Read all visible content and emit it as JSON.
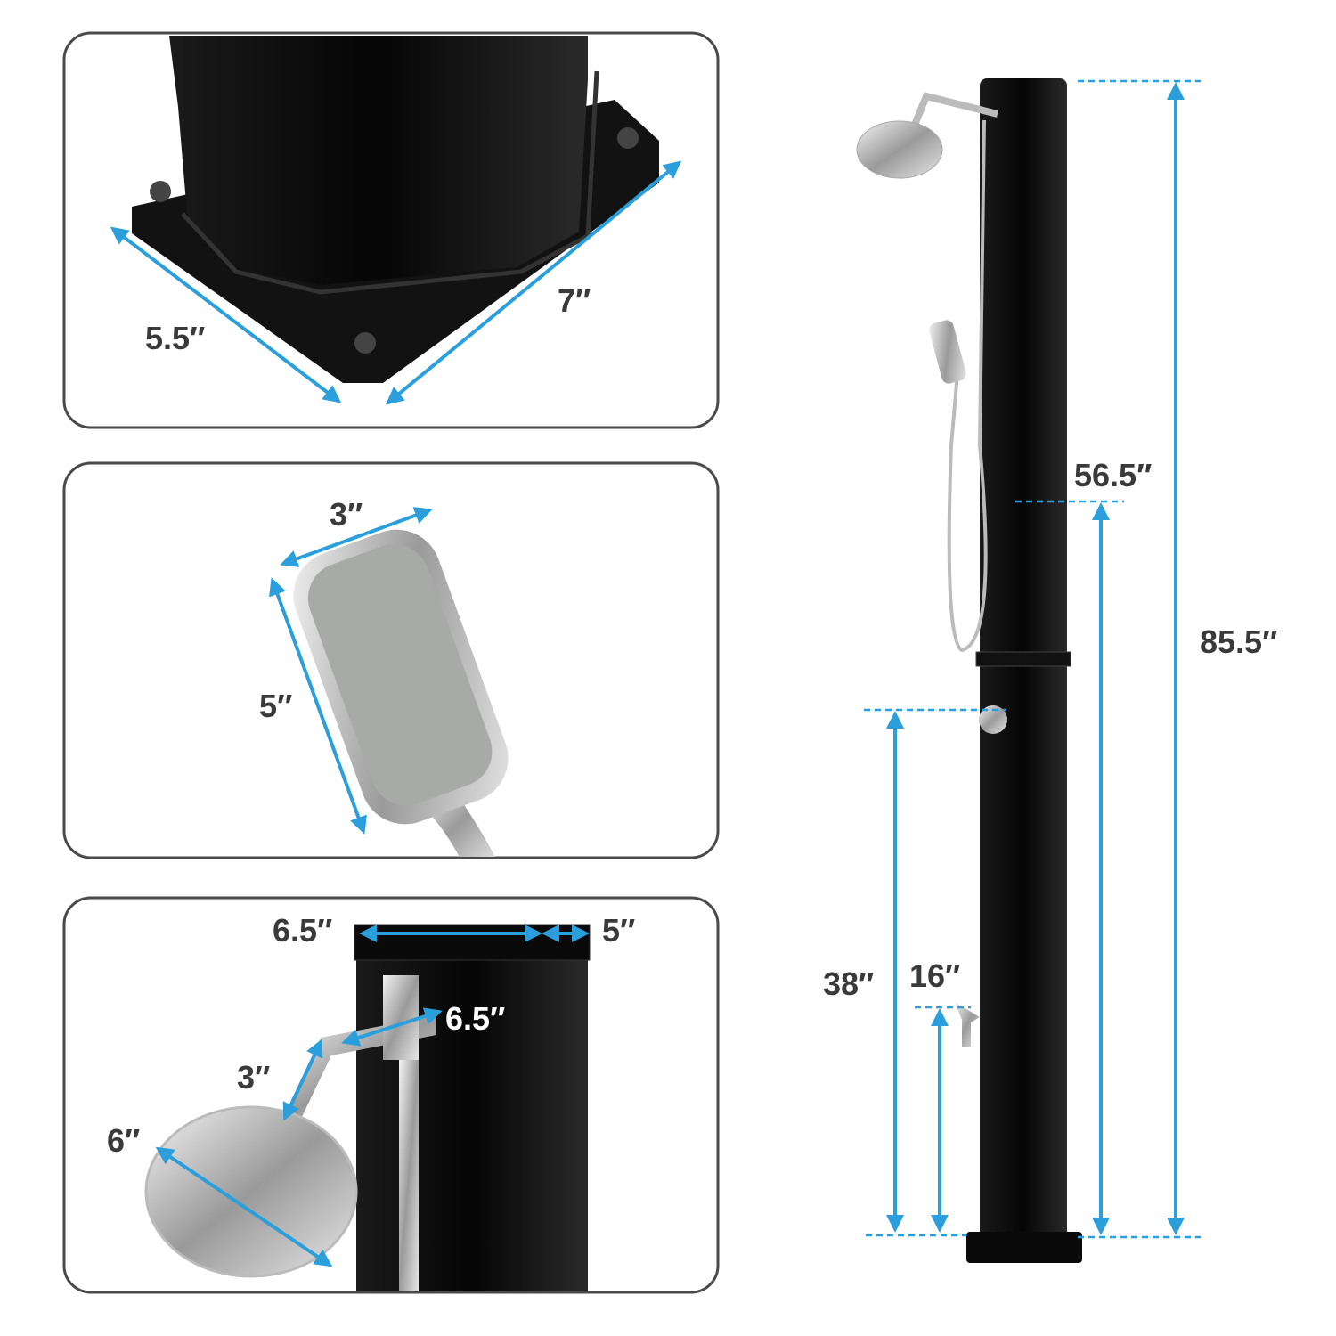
{
  "accent_color": "#2a9fdc",
  "panels": {
    "base": {
      "width_label": "5.5″",
      "length_label": "7″"
    },
    "handheld": {
      "width_label": "3″",
      "length_label": "5″"
    },
    "top": {
      "column_width_label": "6.5″",
      "column_depth_label": "5″",
      "arm_label": "6.5″",
      "arm_drop_label": "3″",
      "head_diameter_label": "6″"
    }
  },
  "full_view": {
    "total_height_label": "85.5″",
    "handheld_holder_height_label": "56.5″",
    "mixer_height_label": "38″",
    "foot_tap_height_label": "16″"
  }
}
